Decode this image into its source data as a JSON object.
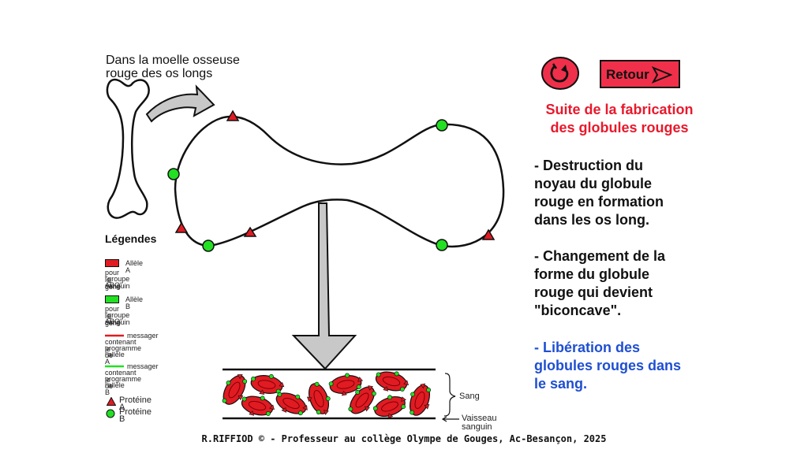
{
  "intro": [
    "Dans la moelle osseuse",
    "rouge des os longs"
  ],
  "legend": {
    "title": "Légendes",
    "allele_a": [
      "Allèle A",
      "pour le gène",
      "\"groupe sanguin",
      "ABO\""
    ],
    "allele_b": [
      "Allèle B",
      "pour le gène",
      "\"groupe sanguin",
      "ABO\""
    ],
    "messenger_a": [
      "messager",
      "contenant le",
      "programme de",
      "l'allèle A"
    ],
    "messenger_b": [
      "messager",
      "contenant le",
      "programme de",
      "l'allèle B"
    ],
    "protein_a": "Protéine A",
    "protein_b": "Protéine B"
  },
  "buttons": {
    "retour": "Retour",
    "reload_icon": "reload-icon",
    "arrow_icon": "arrow-pointer-icon"
  },
  "title": [
    "Suite de la fabrication",
    "des globules rouges"
  ],
  "paragraphs": {
    "p1": [
      "- Destruction du",
      "noyau du globule",
      "rouge en formation",
      "dans les os long."
    ],
    "p2": [
      "- Changement de la",
      "forme du globule",
      "rouge qui devient",
      "\"biconcave\"."
    ],
    "p3": [
      "- Libération des",
      "globules rouges dans",
      "le sang."
    ]
  },
  "vessel": {
    "sang": "Sang",
    "vaisseau": [
      "Vaisseau",
      "sanguin"
    ]
  },
  "footer": "R.RIFFIOD © - Professeur au collège Olympe de Gouges, Ac-Besançon, 2025",
  "colors": {
    "allele_a": "#e11b22",
    "allele_b": "#22e022",
    "title": "#e8192c",
    "libération": "#1f4fd1",
    "retour_bg": "#f0304a"
  }
}
